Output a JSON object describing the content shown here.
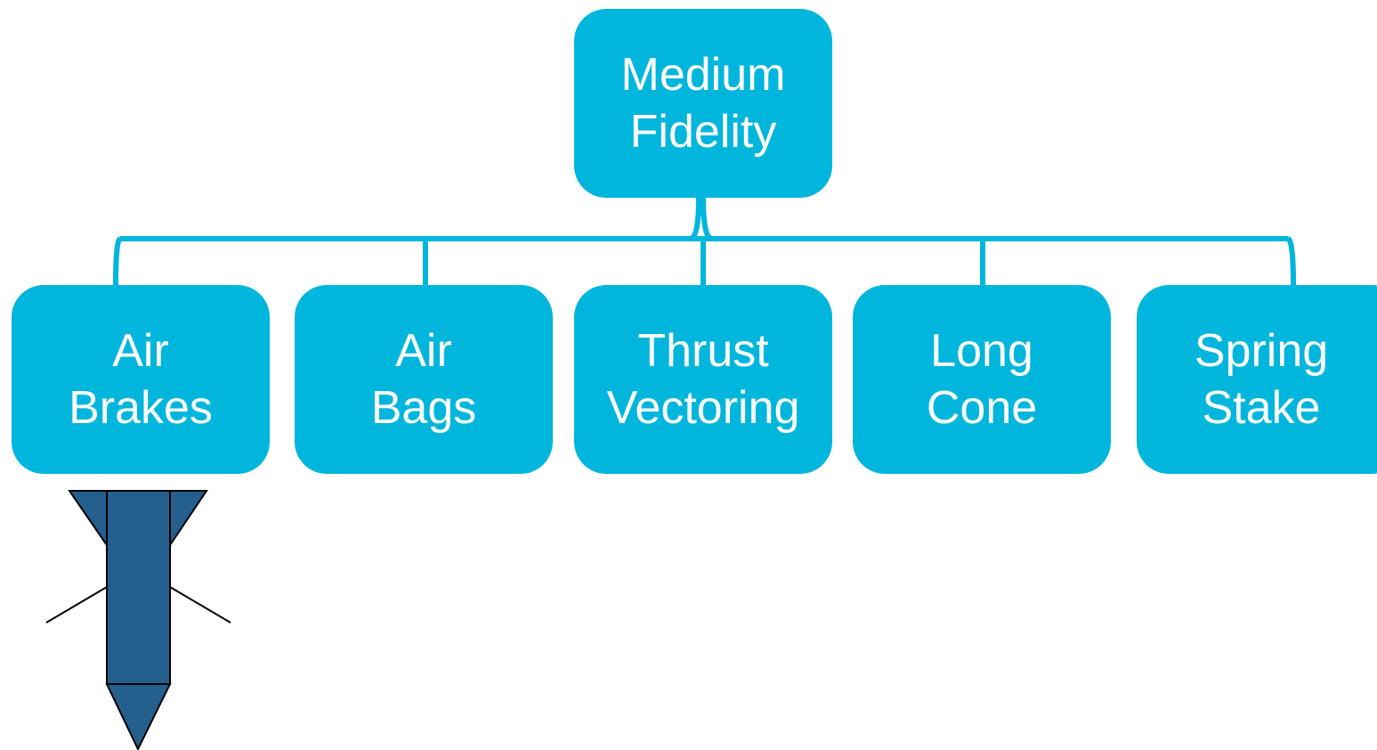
{
  "colors": {
    "node_fill": "#00b6dc",
    "connector": "#00b6dc",
    "text": "#ffffff",
    "rocket_fill": "#255f8e",
    "rocket_stroke": "#000000"
  },
  "root": {
    "line1": "Medium",
    "line2": "Fidelity"
  },
  "children": [
    {
      "line1": "Air",
      "line2": "Brakes"
    },
    {
      "line1": "Air",
      "line2": "Bags"
    },
    {
      "line1": "Thrust",
      "line2": "Vectoring"
    },
    {
      "line1": "Long",
      "line2": "Cone"
    },
    {
      "line1": "Spring",
      "line2": "Stake"
    }
  ],
  "illustration": {
    "icon": "rocket-with-air-brakes-icon"
  }
}
